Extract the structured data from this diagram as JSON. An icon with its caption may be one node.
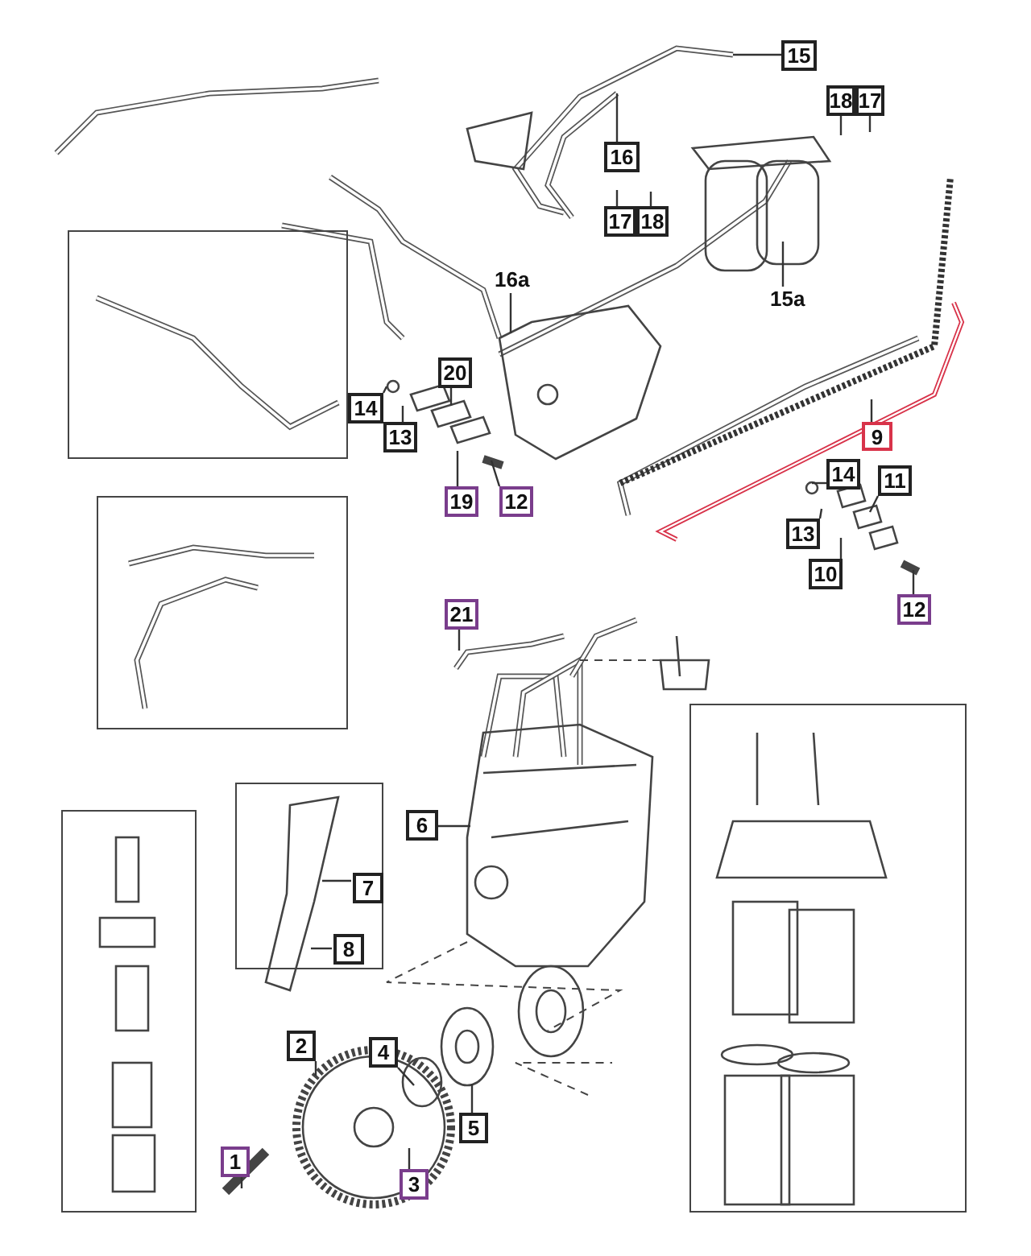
{
  "diagram": {
    "nodes": [
      {
        "text": [
          "15"
        ]
      },
      {
        "text": [
          "16"
        ]
      },
      {
        "text": [
          "18"
        ]
      },
      {
        "text": [
          "17"
        ]
      },
      {
        "text": [
          "17"
        ]
      },
      {
        "text": [
          "18"
        ]
      },
      {
        "text": [
          "16a"
        ]
      },
      {
        "text": [
          "15a"
        ]
      },
      {
        "text": [],
        "shape": "box"
      },
      {
        "text": [
          "14"
        ]
      },
      {
        "text": [
          "20"
        ]
      },
      {
        "text": [
          "13"
        ]
      },
      {
        "text": [
          "19"
        ]
      },
      {
        "text": [
          "12"
        ]
      },
      {
        "text": [
          "9"
        ]
      },
      {
        "text": [
          "14"
        ]
      },
      {
        "text": [
          "11"
        ]
      },
      {
        "text": [
          "13"
        ]
      },
      {
        "text": [
          "10"
        ]
      },
      {
        "text": [
          "12"
        ]
      },
      {
        "text": [],
        "shape": "box"
      },
      {
        "text": [
          "21"
        ]
      },
      {
        "text": [
          "6"
        ]
      },
      {
        "text": [],
        "shape": "box"
      },
      {
        "text": [
          "7"
        ],
        "in": 23
      },
      {
        "text": [
          "8"
        ],
        "in": 23
      },
      {
        "text": [],
        "shape": "box"
      },
      {
        "text": [],
        "shape": "box"
      },
      {
        "text": [
          "2"
        ]
      },
      {
        "text": [
          "4"
        ]
      },
      {
        "text": [
          "5"
        ]
      },
      {
        "text": [
          "1"
        ]
      },
      {
        "text": [
          "3"
        ]
      }
    ],
    "edges": [
      {
        "from": 0,
        "to": null,
        "arrow": "none"
      },
      {
        "from": 1,
        "to": null,
        "arrow": "none"
      },
      {
        "from": 2,
        "to": null,
        "arrow": "none"
      },
      {
        "from": 3,
        "to": null,
        "arrow": "none"
      },
      {
        "from": 4,
        "to": null,
        "arrow": "none"
      },
      {
        "from": 5,
        "to": null,
        "arrow": "none"
      },
      {
        "from": 6,
        "to": null,
        "arrow": "none"
      },
      {
        "from": 7,
        "to": null,
        "arrow": "none"
      },
      {
        "from": 9,
        "to": null,
        "arrow": "none"
      },
      {
        "from": 10,
        "to": null,
        "arrow": "none"
      },
      {
        "from": 11,
        "to": null,
        "arrow": "none"
      },
      {
        "from": 12,
        "to": null,
        "arrow": "none"
      },
      {
        "from": 13,
        "to": null,
        "arrow": "none"
      },
      {
        "from": 14,
        "to": null,
        "arrow": "none"
      },
      {
        "from": 15,
        "to": null,
        "arrow": "none"
      },
      {
        "from": 16,
        "to": null,
        "arrow": "none"
      },
      {
        "from": 17,
        "to": null,
        "arrow": "none"
      },
      {
        "from": 18,
        "to": null,
        "arrow": "none"
      },
      {
        "from": 19,
        "to": null,
        "arrow": "none"
      },
      {
        "from": 21,
        "to": null,
        "arrow": "none"
      },
      {
        "from": 22,
        "to": null,
        "arrow": "none"
      },
      {
        "from": 24,
        "to": null,
        "arrow": "none"
      },
      {
        "from": 25,
        "to": null,
        "arrow": "none"
      },
      {
        "from": 28,
        "to": null,
        "arrow": "none"
      },
      {
        "from": 29,
        "to": null,
        "arrow": "none"
      },
      {
        "from": 30,
        "to": null,
        "arrow": "none"
      },
      {
        "from": 31,
        "to": null,
        "arrow": "none"
      },
      {
        "from": 32,
        "to": null,
        "arrow": "none"
      }
    ]
  }
}
